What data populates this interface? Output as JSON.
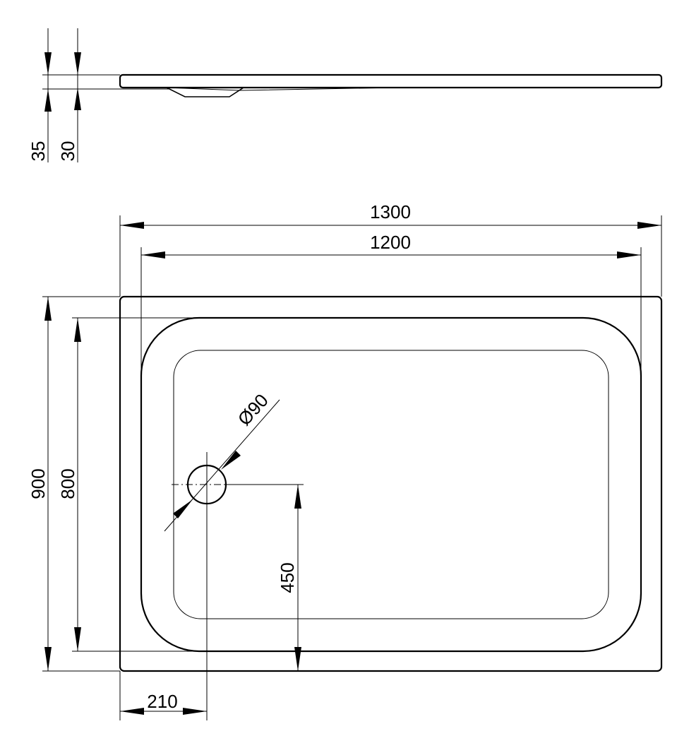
{
  "drawing": {
    "side_view": {
      "dimensions": {
        "total_height": "35",
        "body_height": "30"
      }
    },
    "plan_view": {
      "dimensions": {
        "outer_width": "1300",
        "inner_width": "1200",
        "outer_depth": "900",
        "inner_depth": "800",
        "drain_diameter": "Ø90",
        "drain_from_edge": "210",
        "drain_from_front": "450"
      }
    }
  }
}
